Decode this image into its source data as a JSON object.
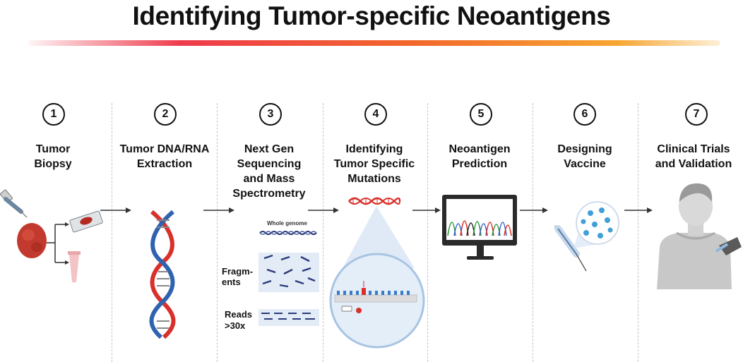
{
  "title": "Identifying Tumor-specific Neoantigens",
  "steps": [
    {
      "number": "1",
      "label": "Tumor\nBiopsy"
    },
    {
      "number": "2",
      "label": "Tumor DNA/RNA\nExtraction"
    },
    {
      "number": "3",
      "label": "Next Gen\nSequencing\nand Mass\nSpectrometry"
    },
    {
      "number": "4",
      "label": "Identifying\nTumor Specific\nMutations"
    },
    {
      "number": "5",
      "label": "Neoantigen\nPrediction"
    },
    {
      "number": "6",
      "label": "Designing\nVaccine"
    },
    {
      "number": "7",
      "label": "Clinical Trials\nand Validation"
    }
  ],
  "sequencing": {
    "whole_genome": "Whole genome",
    "fragments": "Fragm-\nents",
    "reads": "Reads\n>30x"
  },
  "colors": {
    "accent_red": "#ee3b4c",
    "accent_orange": "#f2662c",
    "accent_yellow": "#f7a531",
    "dna_red": "#d9302b",
    "dna_blue": "#2f63b0",
    "tissue": "#c23a2e",
    "navy": "#2b3a7a",
    "monitor": "#2a2a2a"
  },
  "icons": [
    "syringe-icon",
    "tumor-tissue-icon",
    "slide-icon",
    "test-tube-icon",
    "dna-helix-icon",
    "dna-strand-icon",
    "magnifier-icon",
    "monitor-icon",
    "chromatogram-icon",
    "vaccine-syringe-icon",
    "vaccine-particles-icon",
    "patient-icon"
  ]
}
